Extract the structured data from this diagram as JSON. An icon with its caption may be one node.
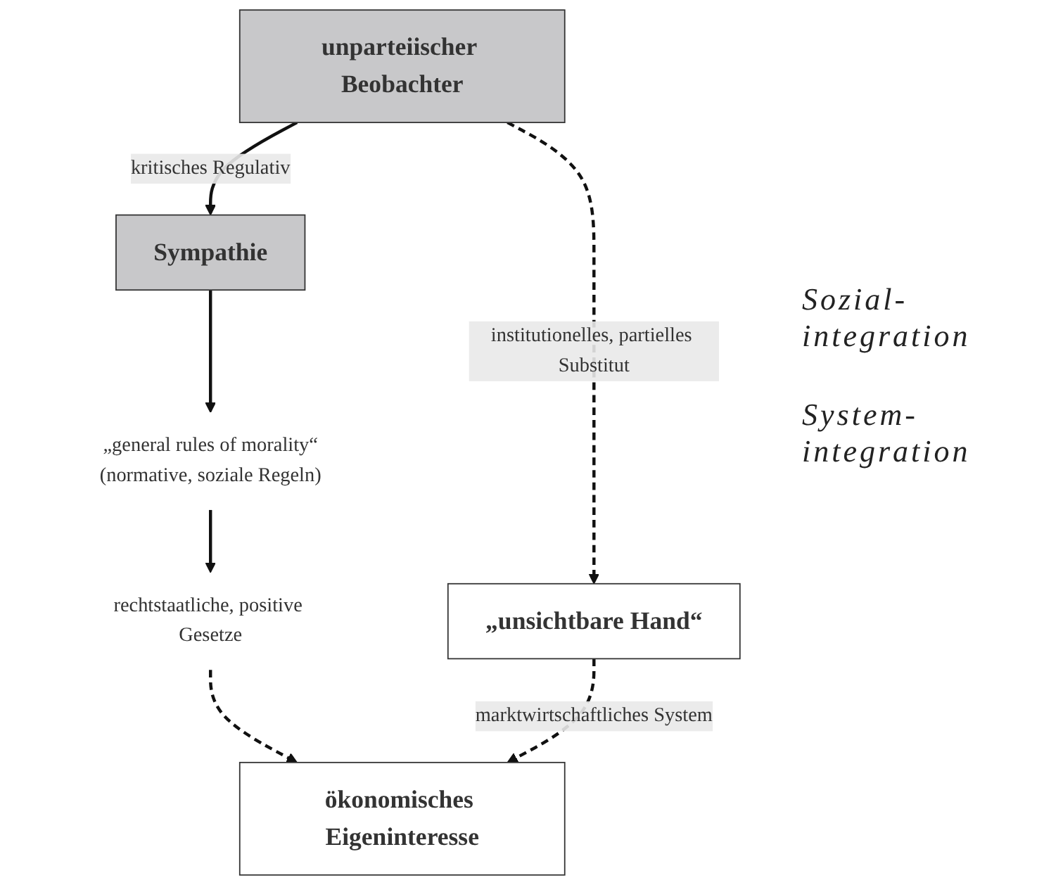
{
  "diagram": {
    "nodes": [
      {
        "text": [
          "unparteiischer Beobachter"
        ]
      },
      {
        "text": [
          "Sympathie"
        ]
      },
      {
        "text": [
          "„general rules of morality“",
          "(normative, soziale Regeln)"
        ]
      },
      {
        "text": [
          "rechtstaatliche, positive Gesetze"
        ]
      },
      {
        "text": [
          "„unsichtbare Hand“"
        ]
      },
      {
        "text": [
          "ökonomisches Eigeninteresse"
        ]
      }
    ],
    "edges": [
      {
        "from": 0,
        "to": 1,
        "arrow": "to",
        "label": "kritisches Regulativ"
      },
      {
        "from": 1,
        "to": 2,
        "arrow": "to"
      },
      {
        "from": 2,
        "to": 3,
        "arrow": "to"
      },
      {
        "from": 3,
        "to": 5,
        "arrow": "to",
        "style": "dashed"
      },
      {
        "from": 0,
        "to": 4,
        "arrow": "to",
        "style": "dashed",
        "label": "institutionelles, partielles Substitut"
      },
      {
        "from": 4,
        "to": 5,
        "arrow": "to",
        "style": "dashed",
        "label": "marktwirtschaftliches System"
      }
    ],
    "labels": [
      "Sozial- integration",
      "System- integration"
    ]
  }
}
